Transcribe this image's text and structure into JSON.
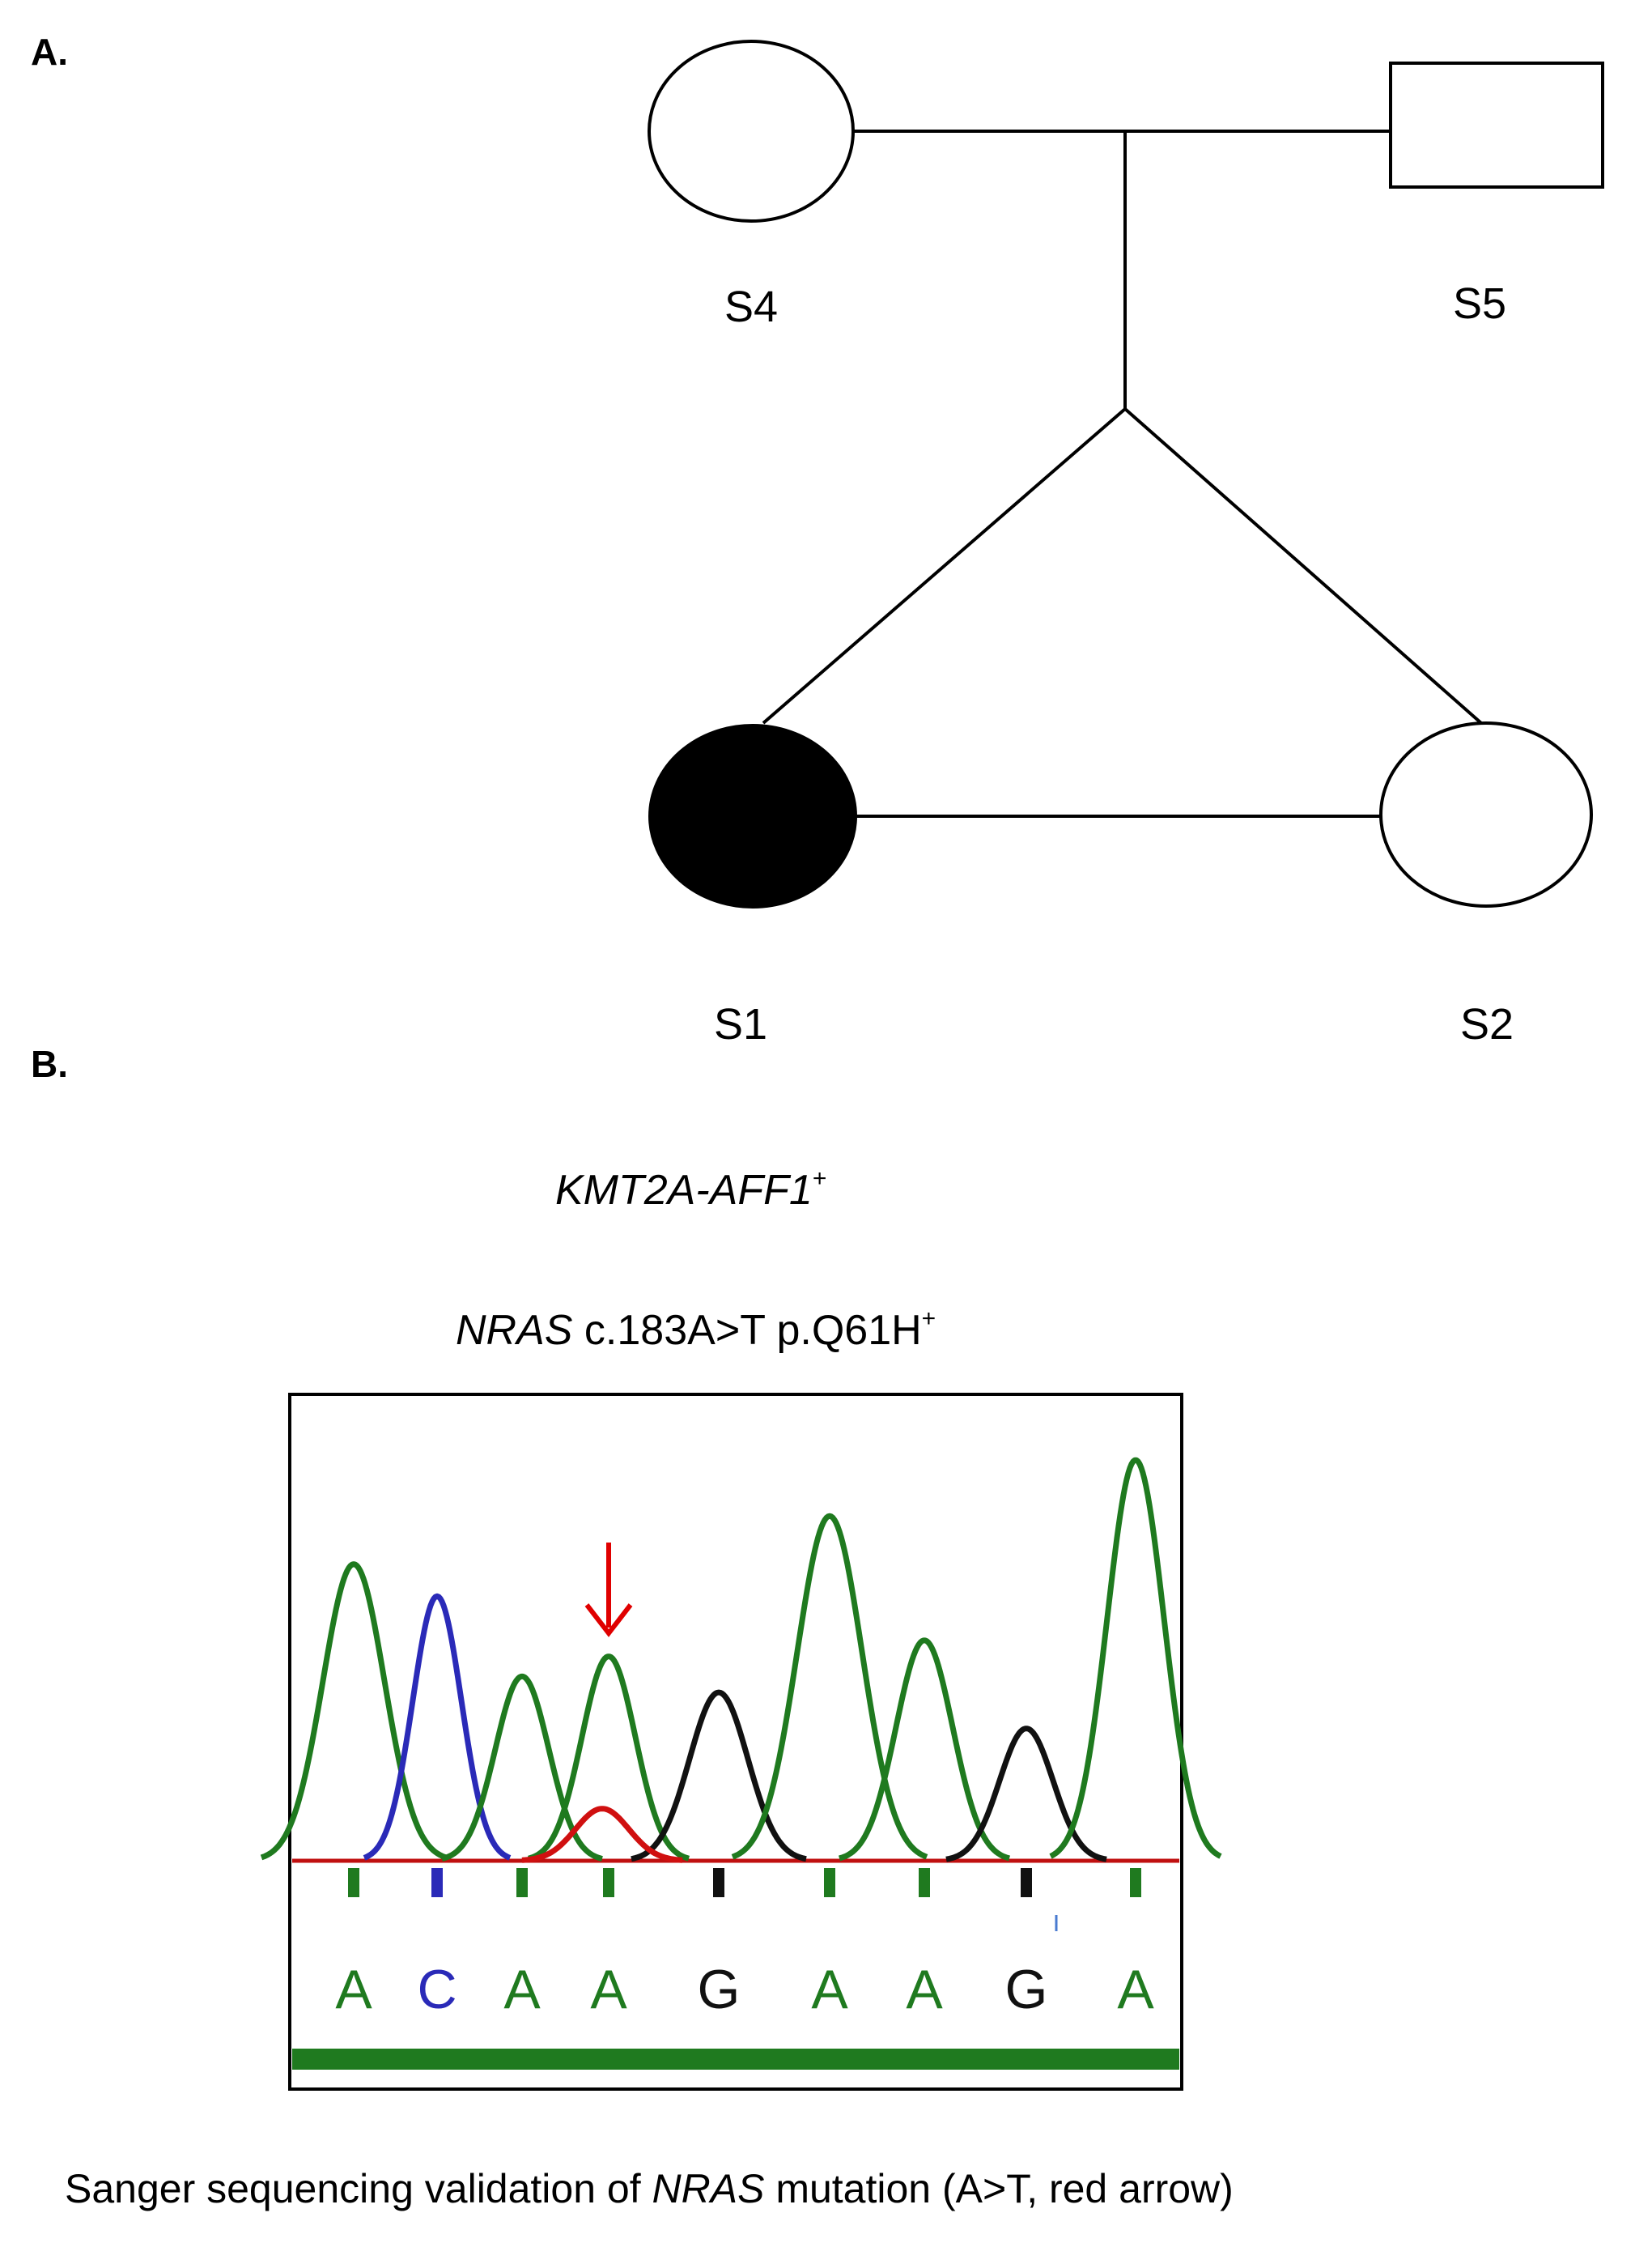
{
  "panels": {
    "a_label": "A.",
    "b_label": "B."
  },
  "pedigree": {
    "individuals": [
      {
        "id": "S4",
        "sex": "female",
        "affected": false
      },
      {
        "id": "S5",
        "sex": "male",
        "affected": false
      },
      {
        "id": "S1",
        "sex": "female",
        "affected": true
      },
      {
        "id": "S2",
        "sex": "female",
        "affected": false
      }
    ],
    "colors": {
      "line": "#000000",
      "affected_fill": "#000000",
      "unaffected_fill": "#ffffff"
    }
  },
  "annotations": {
    "fusion_gene": "KMT2A-AFF1",
    "fusion_suffix": "+",
    "mutation_gene": "NRAS",
    "mutation_detail": " c.183A>T p.Q61H",
    "mutation_suffix": "+"
  },
  "chromatogram": {
    "bases": [
      "A",
      "C",
      "A",
      "A",
      "G",
      "A",
      "A",
      "G",
      "A"
    ],
    "peak_heights": [
      0.74,
      0.66,
      0.46,
      0.51,
      0.42,
      0.86,
      0.55,
      0.33,
      1.0
    ],
    "mutant_peak_index": 3,
    "mutant_peak_height": 0.13,
    "colors": {
      "A": "#1f7a1f",
      "C": "#2a2ab8",
      "G": "#111111",
      "T": "#d01010",
      "arrow": "#e00000",
      "quality_bar": "#1f7a1f",
      "frame": "#000000"
    }
  },
  "caption": {
    "prefix": "Sanger sequencing validation  of ",
    "gene": "NRAS",
    "suffix": " mutation (A>T, red arrow)"
  }
}
